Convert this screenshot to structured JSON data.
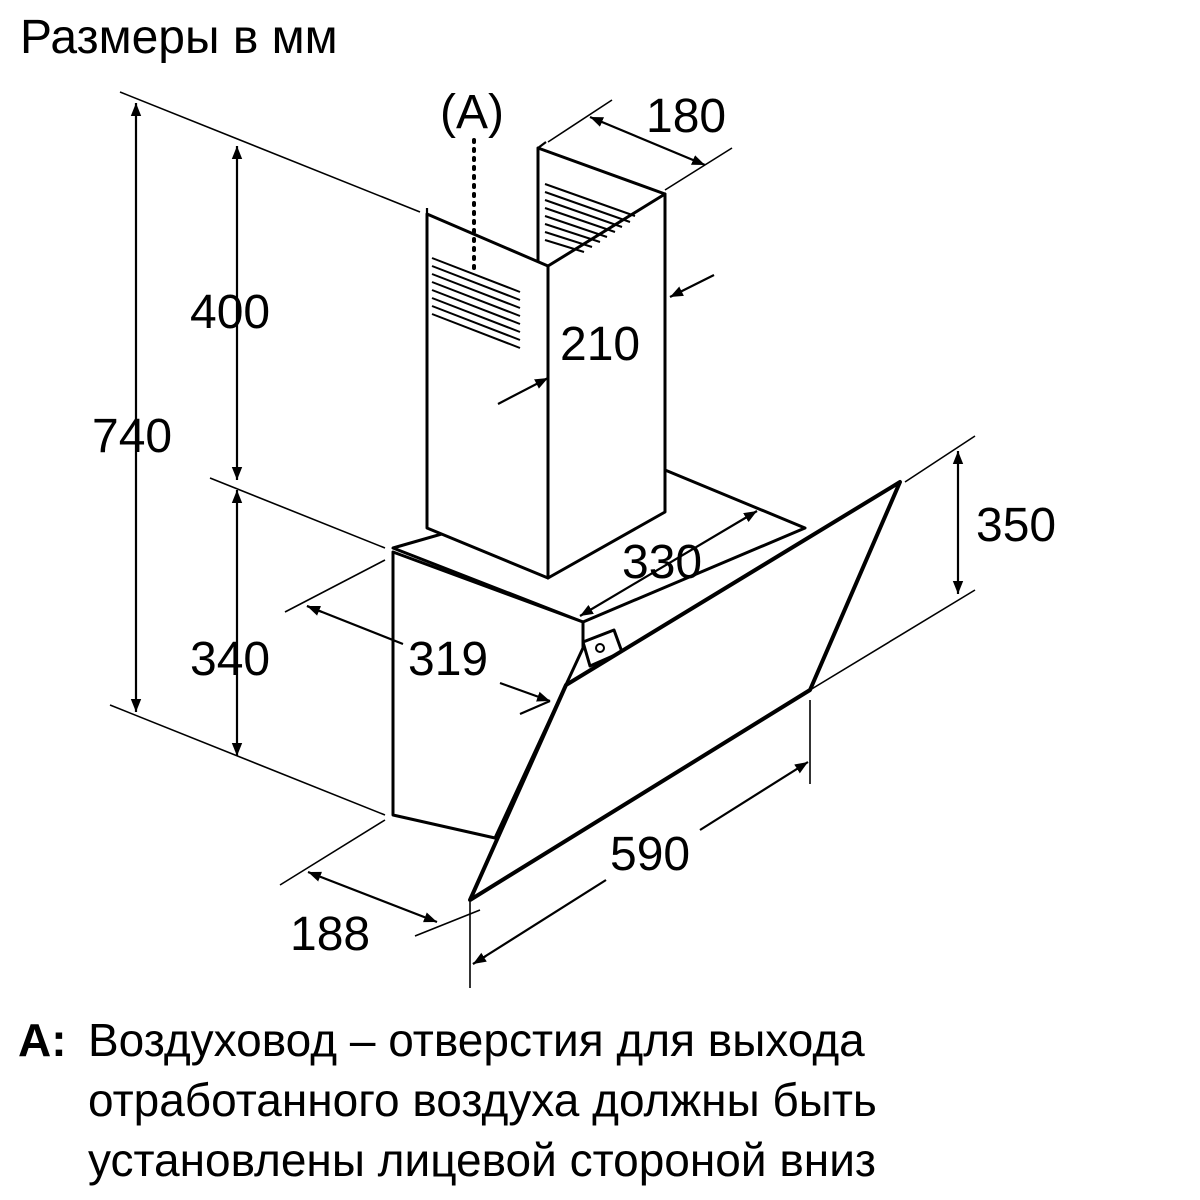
{
  "title": "Размеры в мм",
  "callout": "(A)",
  "dimensions": {
    "d180": "180",
    "d400": "400",
    "d740": "740",
    "d210": "210",
    "d350": "350",
    "d330": "330",
    "d340": "340",
    "d319": "319",
    "d590": "590",
    "d188": "188"
  },
  "note": {
    "key": "A:",
    "lines": [
      "Воздуховод – отверстия для выхода",
      "отработанного воздуха должны быть",
      "установлены лицевой стороной вниз"
    ]
  }
}
